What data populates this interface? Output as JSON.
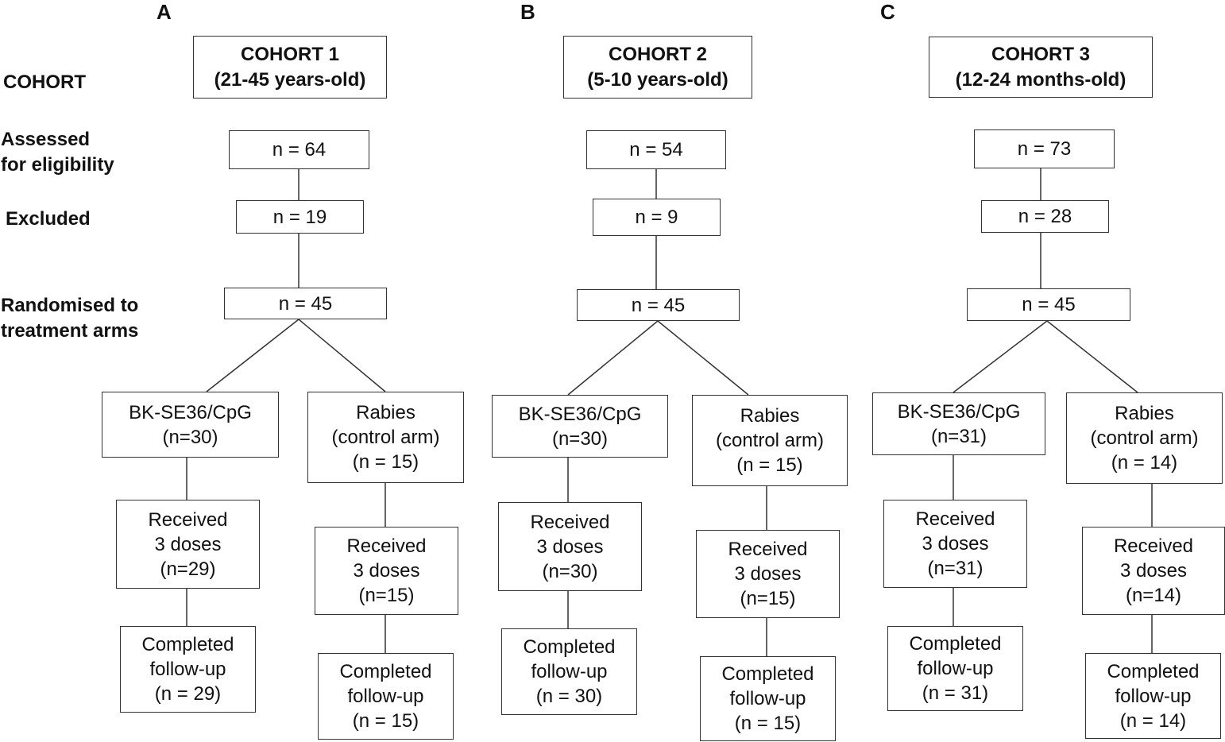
{
  "row_labels": {
    "cohort": "COHORT",
    "assessed": [
      "Assessed",
      "for eligibility"
    ],
    "excluded": "Excluded",
    "randomised": [
      "Randomised to",
      "treatment arms"
    ]
  },
  "panels": [
    {
      "letter": "A",
      "cohort": [
        "COHORT 1",
        "(21-45 years-old)"
      ],
      "assessed": "n = 64",
      "excluded": "n = 19",
      "randomised": "n = 45",
      "arm1": {
        "allocated": [
          "BK-SE36/CpG",
          "(n=30)"
        ],
        "received": [
          "Received",
          "3 doses",
          "(n=29)"
        ],
        "completed": [
          "Completed",
          "follow-up",
          "(n = 29)"
        ]
      },
      "arm2": {
        "allocated": [
          "Rabies",
          "(control arm)",
          "(n = 15)"
        ],
        "received": [
          "Received",
          "3 doses",
          "(n=15)"
        ],
        "completed": [
          "Completed",
          "follow-up",
          "(n = 15)"
        ]
      }
    },
    {
      "letter": "B",
      "cohort": [
        "COHORT 2",
        "(5-10 years-old)"
      ],
      "assessed": "n = 54",
      "excluded": "n = 9",
      "randomised": "n = 45",
      "arm1": {
        "allocated": [
          "BK-SE36/CpG",
          "(n=30)"
        ],
        "received": [
          "Received",
          "3 doses",
          "(n=30)"
        ],
        "completed": [
          "Completed",
          "follow-up",
          "(n = 30)"
        ]
      },
      "arm2": {
        "allocated": [
          "Rabies",
          "(control arm)",
          "(n = 15)"
        ],
        "received": [
          "Received",
          "3 doses",
          "(n=15)"
        ],
        "completed": [
          "Completed",
          "follow-up",
          "(n = 15)"
        ]
      }
    },
    {
      "letter": "C",
      "cohort": [
        "COHORT 3",
        "(12-24 months-old)"
      ],
      "assessed": "n = 73",
      "excluded": "n = 28",
      "randomised": "n = 45",
      "arm1": {
        "allocated": [
          "BK-SE36/CpG",
          "(n=31)"
        ],
        "received": [
          "Received",
          "3 doses",
          "(n=31)"
        ],
        "completed": [
          "Completed",
          "follow-up",
          "(n = 31)"
        ]
      },
      "arm2": {
        "allocated": [
          "Rabies",
          "(control arm)",
          "(n = 14)"
        ],
        "received": [
          "Received",
          "3 doses",
          "(n=14)"
        ],
        "completed": [
          "Completed",
          "follow-up",
          "(n = 14)"
        ]
      }
    }
  ]
}
